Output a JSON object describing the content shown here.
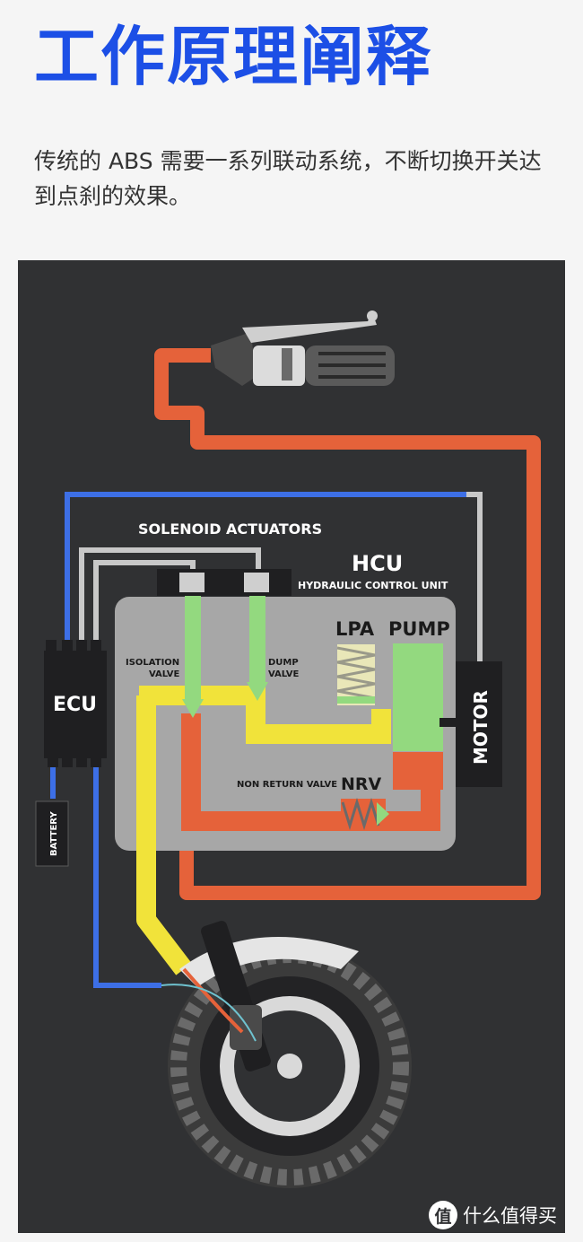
{
  "header": {
    "title": "工作原理阐释",
    "description": "传统的 ABS 需要一系列联动系统，不断切换开关达到点刹的效果。"
  },
  "diagram": {
    "labels": {
      "solenoid": "SOLENOID ACTUATORS",
      "hcu": "HCU",
      "hcu_full": "HYDRAULIC CONTROL UNIT",
      "lpa": "LPA",
      "pump": "PUMP",
      "isolation_1": "ISOLATION",
      "isolation_2": "VALVE",
      "dump_1": "DUMP",
      "dump_2": "VALVE",
      "ecu": "ECU",
      "motor": "MOTOR",
      "nrv_full": "NON RETURN VALVE",
      "nrv": "NRV",
      "battery": "BATTERY"
    },
    "colors": {
      "background": "#303133",
      "hcu_body": "#a7a7a7",
      "orange_line": "#e5623a",
      "yellow_line": "#f1e33a",
      "blue_line": "#3d6fe6",
      "gray_wire": "#c8c8c8",
      "green_valve": "#93d97f"
    }
  },
  "watermark": {
    "logo": "值",
    "text": "什么值得买"
  }
}
